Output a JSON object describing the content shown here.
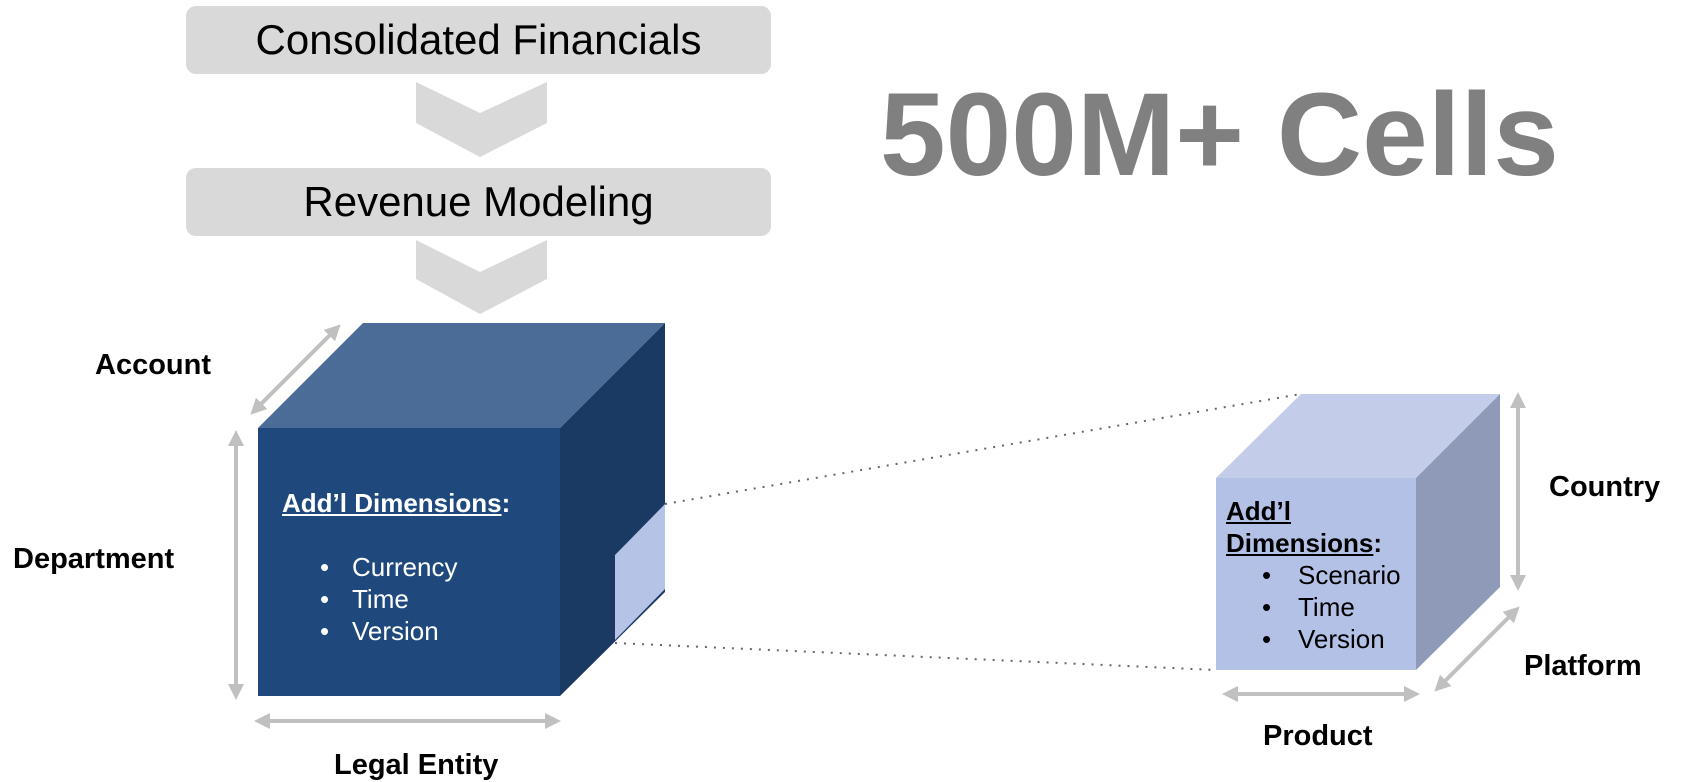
{
  "flow": {
    "step1": "Consolidated Financials",
    "step2": "Revenue Modeling"
  },
  "headline": "500M+ Cells",
  "large_cube": {
    "heading_underlined": "Add’l Dimensions",
    "heading_suffix": ":",
    "bullet": "•",
    "items": [
      "Currency",
      "Time",
      "Version"
    ],
    "axis_labels": {
      "depth": "Account",
      "height": "Department",
      "width": "Legal Entity"
    },
    "colors": {
      "front": "#1f497d",
      "top": "#4a6c96",
      "side": "#1b3a63",
      "highlight": "#b4c3e6"
    }
  },
  "small_cube": {
    "heading_underlined_line1": "Add’l",
    "heading_underlined_line2": "Dimensions",
    "heading_suffix": ":",
    "bullet": "•",
    "items": [
      "Scenario",
      "Time",
      "Version"
    ],
    "axis_labels": {
      "height": "Country",
      "depth": "Platform",
      "width": "Product"
    },
    "colors": {
      "front": "#b3c1e6",
      "top": "#c3cdea",
      "side": "#8e9ab8"
    }
  },
  "arrow_color": "#c0c0c0",
  "chevron_color": "#d9d9d9"
}
